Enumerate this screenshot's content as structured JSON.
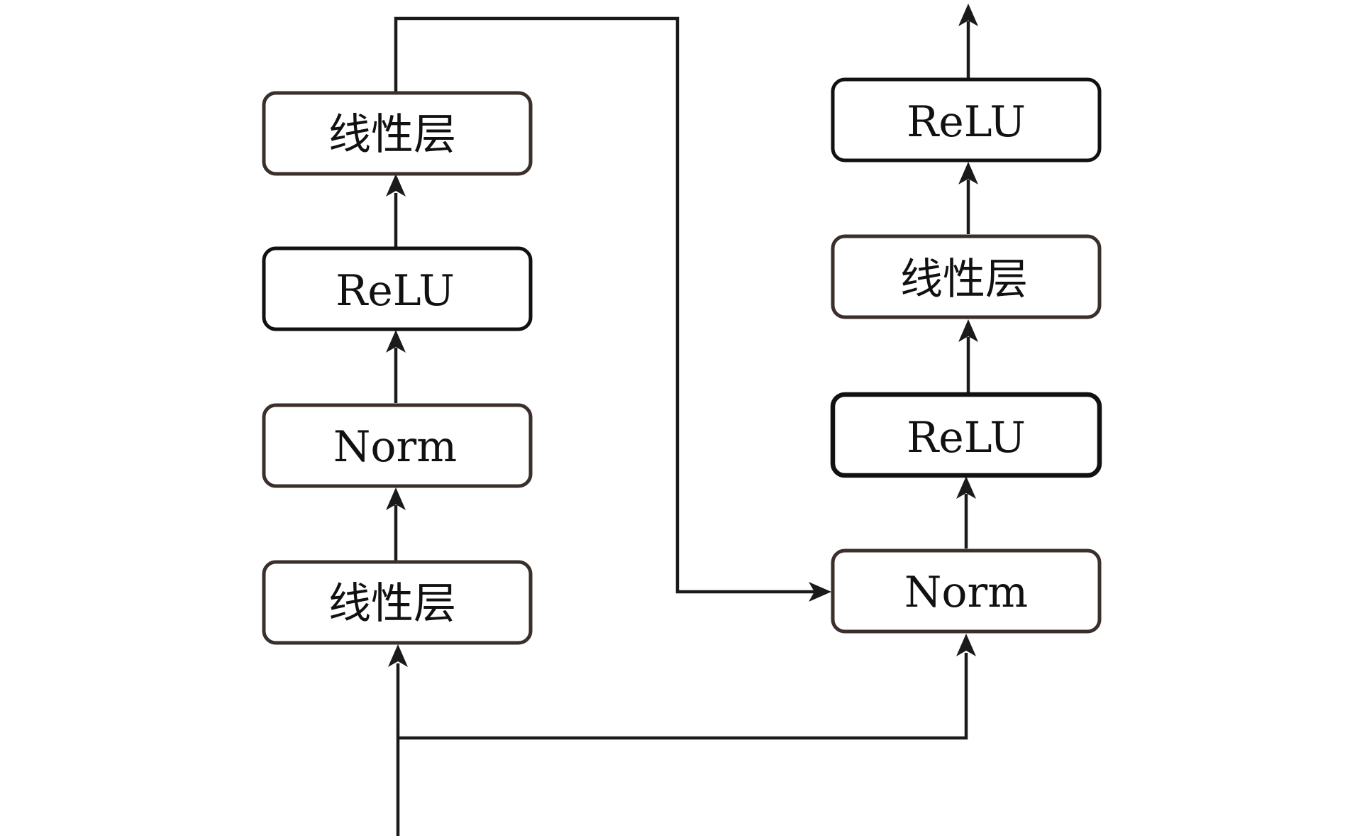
{
  "left_column": {
    "block1_label": "线性层",
    "block2_label": "Norm",
    "block3_label": "ReLU",
    "block4_label": "线性层"
  },
  "right_column": {
    "block1_label": "Norm",
    "block2_label": "ReLU",
    "block3_label": "线性层",
    "block4_label": "ReLU"
  },
  "colors": {
    "box_stroke": "#3a2f2a",
    "box_stroke_dark": "#111111",
    "line": "#1a1a1a",
    "background": "#ffffff"
  }
}
